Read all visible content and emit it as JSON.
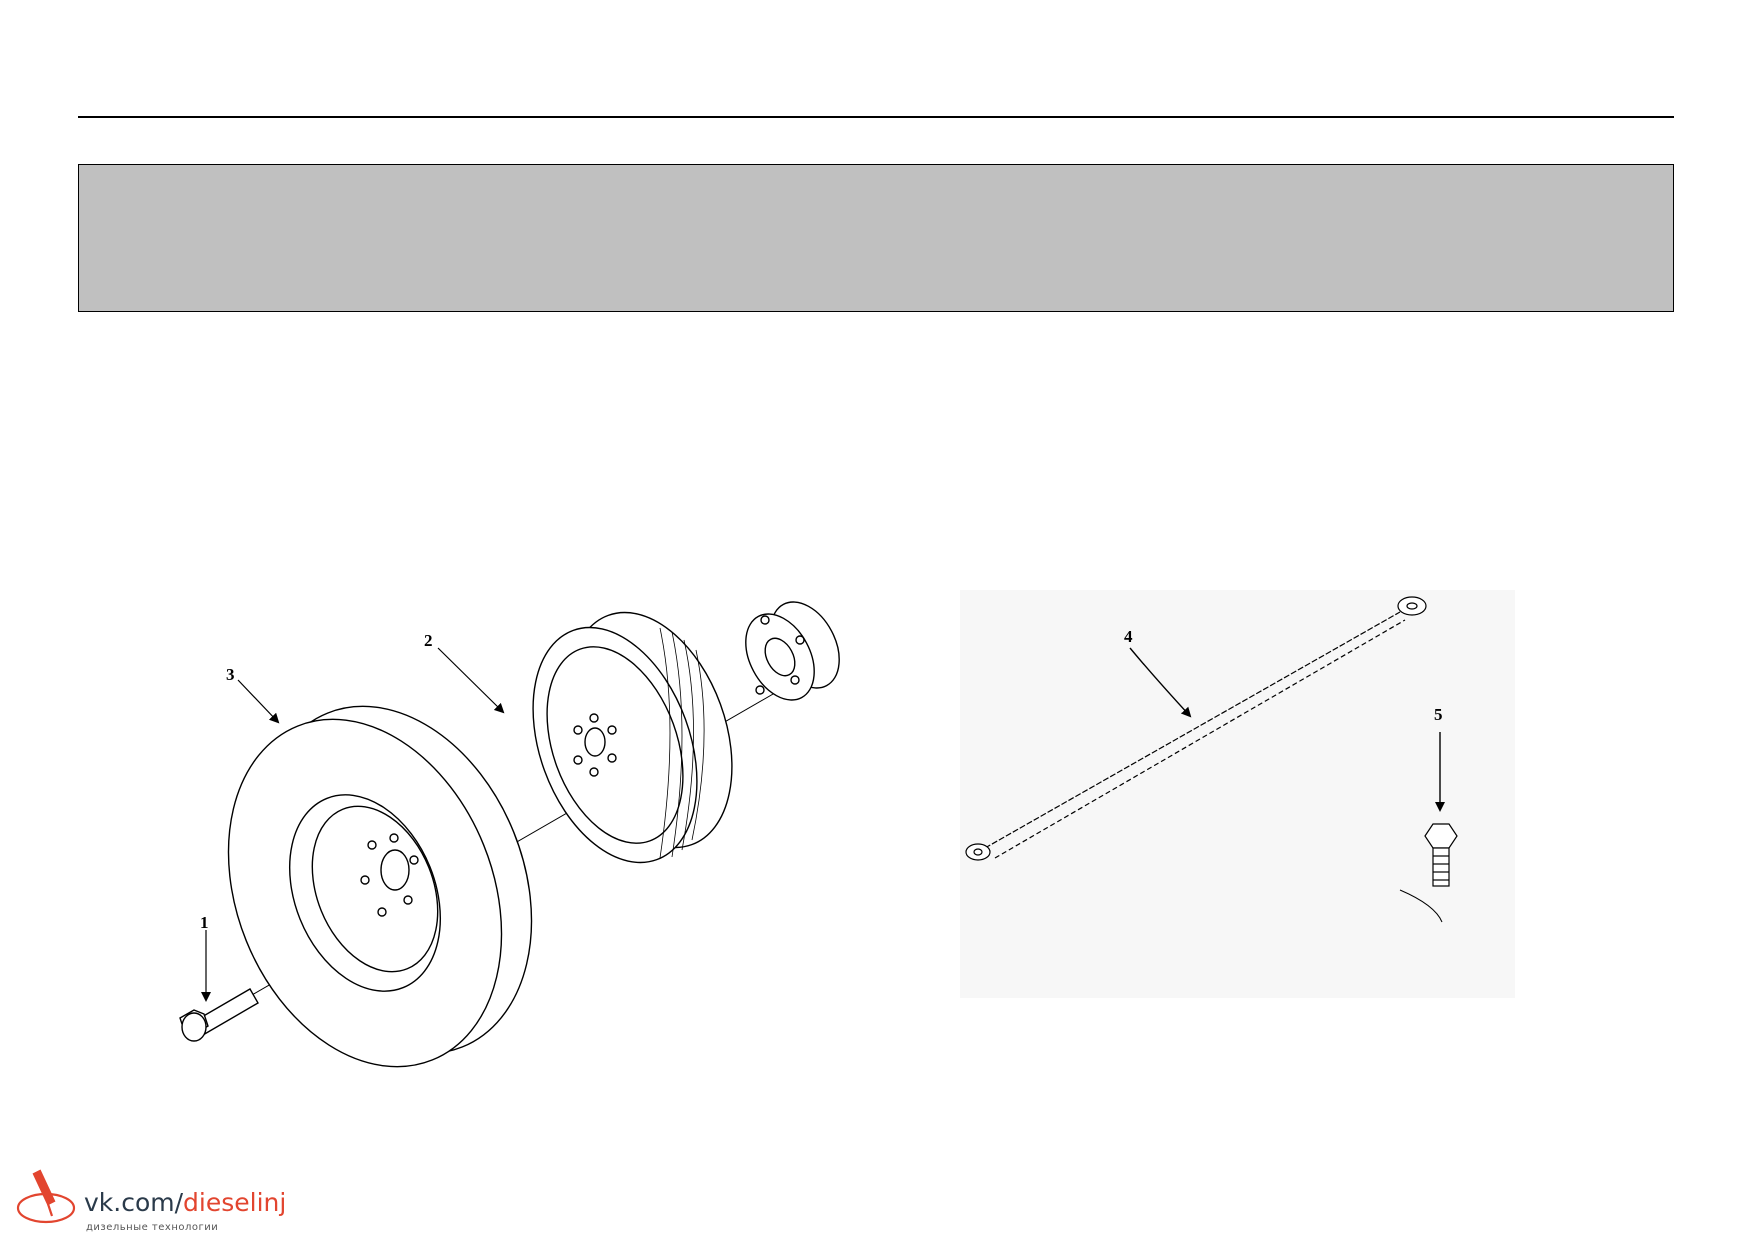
{
  "callouts": {
    "c1": "1",
    "c2": "2",
    "c3": "3",
    "c4": "4",
    "c5": "5"
  },
  "watermark": {
    "prefix": "vk.com/",
    "handle": "dieselinj",
    "tagline": "дизельные технологии",
    "accent_color": "#e2452f"
  }
}
